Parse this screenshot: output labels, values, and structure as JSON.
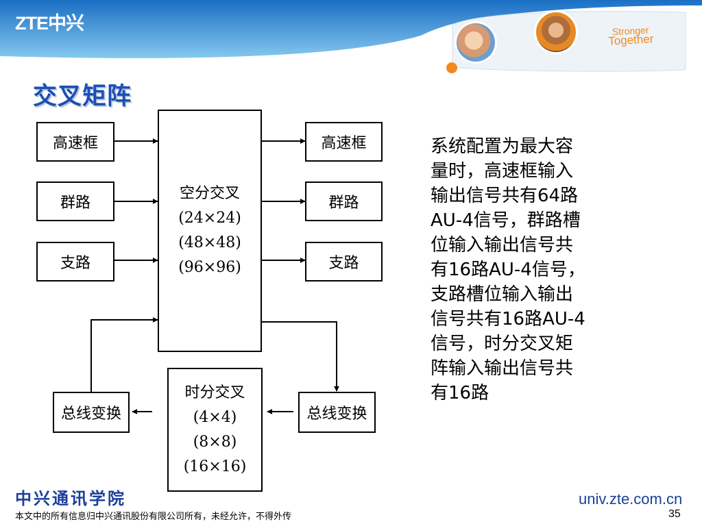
{
  "header": {
    "logo": "ZTE中兴",
    "slogan_line1": "Stronger",
    "slogan_line2": "Together",
    "colors": {
      "banner_top": "#1a6fc4",
      "banner_bottom": "#7ec3ee",
      "accent_orange": "#f08a1e"
    }
  },
  "slide": {
    "title": "交叉矩阵",
    "page_number": "35"
  },
  "diagram": {
    "left_inputs": [
      "高速框",
      "群路",
      "支路"
    ],
    "right_outputs": [
      "高速框",
      "群路",
      "支路"
    ],
    "space_switch": {
      "label": "空分交叉",
      "sizes": [
        "(24×24)",
        "(48×48)",
        "(96×96)"
      ]
    },
    "time_switch": {
      "label": "时分交叉",
      "sizes": [
        "(4×4)",
        "(8×8)",
        "(16×16)"
      ]
    },
    "bus_left": "总线变换",
    "bus_right": "总线变换"
  },
  "description": "系统配置为最大容\n量时，高速框输入\n输出信号共有64路\nAU-4信号，群路槽\n位输入输出信号共\n有16路AU-4信号，\n支路槽位输入输出\n信号共有16路AU-4\n信号，时分交叉矩\n阵输入输出信号共\n有16路",
  "footer": {
    "academy": "中兴通讯学院",
    "rights": "本文中的所有信息归中兴通讯股份有限公司所有，未经允许，不得外传",
    "url": "univ.zte.com.cn"
  }
}
